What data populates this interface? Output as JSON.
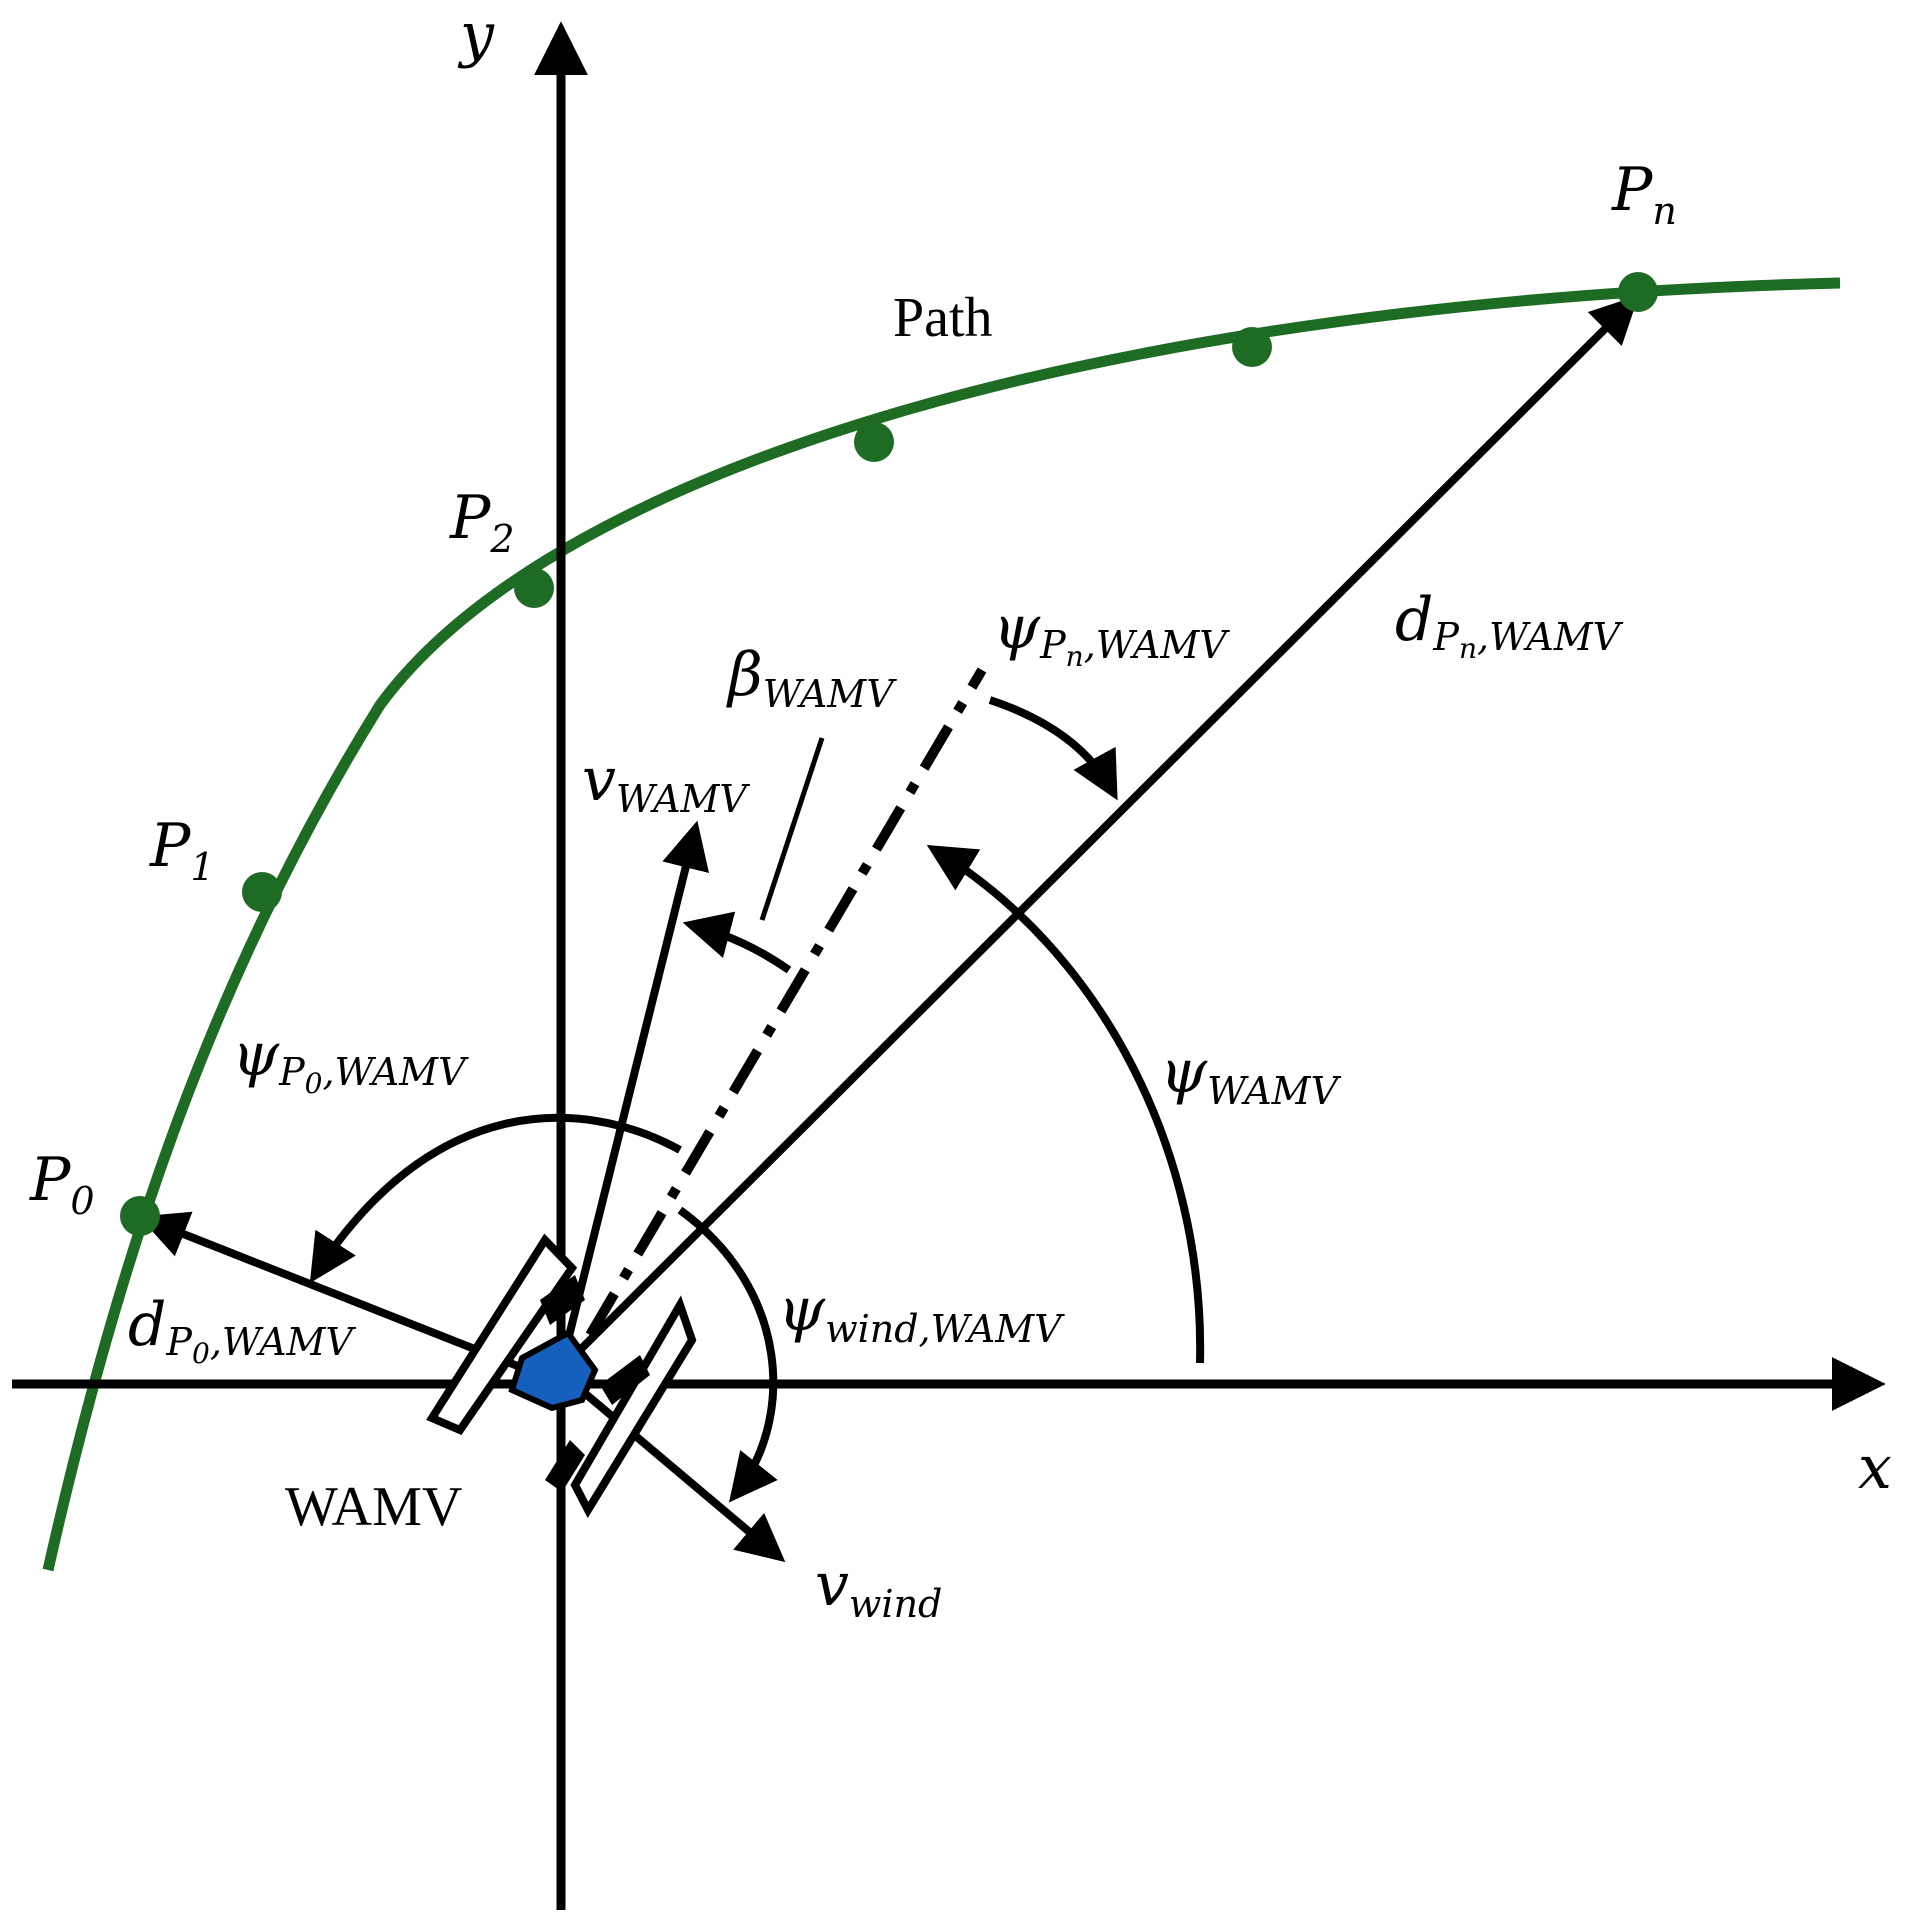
{
  "axes": {
    "x_label": "x",
    "y_label": "y"
  },
  "path": {
    "label": "Path",
    "color": "#1e6b24"
  },
  "points": [
    {
      "name": "P0",
      "letter": "P",
      "subscript": "0"
    },
    {
      "name": "P1",
      "letter": "P",
      "subscript": "1"
    },
    {
      "name": "P2",
      "letter": "P",
      "subscript": "2"
    },
    {
      "name": "Pn",
      "letter": "P",
      "subscript": "n"
    }
  ],
  "vessel": {
    "label": "WAMV",
    "accent_color": "#1560bd"
  },
  "labels": {
    "v_wamv": {
      "symbol": "v",
      "sub": "WAMV"
    },
    "beta_wamv": {
      "symbol": "β",
      "sub": "WAMV"
    },
    "psi_pn_wamv": {
      "symbol": "ψ",
      "sub_p": "P",
      "sub_pp": "n",
      "sub_rest": ",WAMV"
    },
    "d_pn_wamv": {
      "symbol": "d",
      "sub_p": "P",
      "sub_pp": "n",
      "sub_rest": ",WAMV"
    },
    "psi_wamv": {
      "symbol": "ψ",
      "sub": "WAMV"
    },
    "psi_p0_wamv": {
      "symbol": "ψ",
      "sub_p": "P",
      "sub_pp": "0",
      "sub_rest": ",WAMV"
    },
    "d_p0_wamv": {
      "symbol": "d",
      "sub_p": "P",
      "sub_pp": "0",
      "sub_rest": ",WAMV"
    },
    "psi_wind_wamv": {
      "symbol": "ψ",
      "sub": "wind,WAMV"
    },
    "v_wind": {
      "symbol": "v",
      "sub": "wind"
    }
  }
}
